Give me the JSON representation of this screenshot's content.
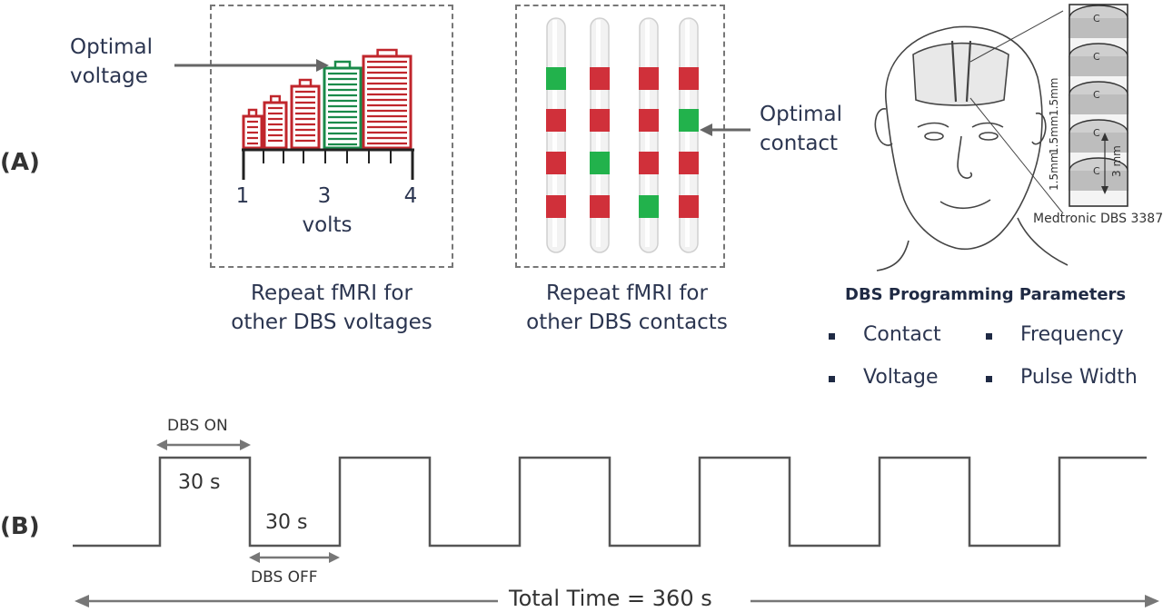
{
  "panel_a": {
    "label": "(A)",
    "voltage": {
      "arrow_label_line1": "Optimal",
      "arrow_label_line2": "voltage",
      "ticks": [
        "1",
        "3",
        "4"
      ],
      "axis_label": "volts",
      "caption_line1": "Repeat fMRI for",
      "caption_line2": "other DBS voltages"
    },
    "contacts": {
      "arrow_label_line1": "Optimal",
      "arrow_label_line2": "contact",
      "caption_line1": "Repeat fMRI for",
      "caption_line2": "other DBS contacts",
      "leads": [
        [
          "green",
          "red",
          "red",
          "red"
        ],
        [
          "red",
          "red",
          "green",
          "red"
        ],
        [
          "red",
          "red",
          "red",
          "green"
        ],
        [
          "red",
          "green",
          "red",
          "red"
        ]
      ]
    },
    "programming": {
      "device_label": "Medtronic DBS 3387",
      "dim_a": "1.5mm",
      "dim_b": "1.5mm",
      "dim_c": "1.5mm",
      "dim_d": "3 mm",
      "contact_letter": "C",
      "title": "DBS Programming Parameters",
      "params": [
        "Contact",
        "Frequency",
        "Voltage",
        "Pulse Width"
      ]
    }
  },
  "panel_b": {
    "label": "(B)",
    "on_label": "DBS ON",
    "on_duration": "30 s",
    "off_label": "DBS OFF",
    "off_duration": "30 s",
    "total": "Total Time = 360 s",
    "cycles": 6
  },
  "colors": {
    "red": "#c0262c",
    "green": "#1a8a4a",
    "stripe_red": "#d0303a",
    "stripe_green": "#22b24c",
    "waveform": "#555555",
    "text": "#2b3550"
  }
}
